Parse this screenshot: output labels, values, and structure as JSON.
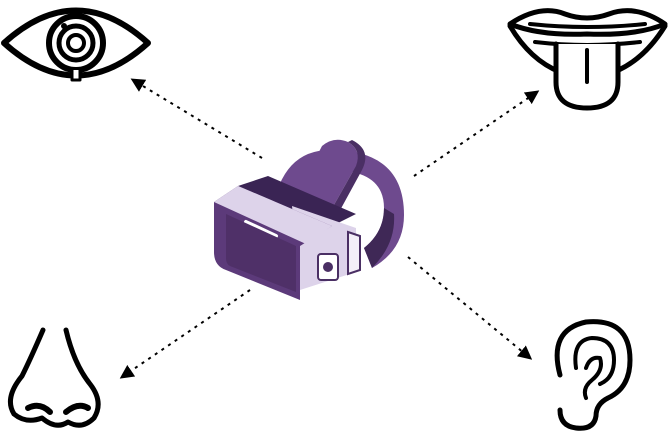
{
  "diagram": {
    "center": {
      "icon": "vr-headset-icon"
    },
    "senses": [
      {
        "id": "sight",
        "icon": "eye-icon"
      },
      {
        "id": "taste",
        "icon": "mouth-tongue-icon"
      },
      {
        "id": "smell",
        "icon": "nose-icon"
      },
      {
        "id": "hearing",
        "icon": "ear-icon"
      }
    ],
    "connector_style": "dotted-arrow",
    "colors": {
      "outline": "#000000",
      "headset_dark": "#5c3a7a",
      "headset_mid": "#6e4a8e",
      "headset_light": "#ddd3ea",
      "headset_shadow": "#3f2856"
    }
  }
}
